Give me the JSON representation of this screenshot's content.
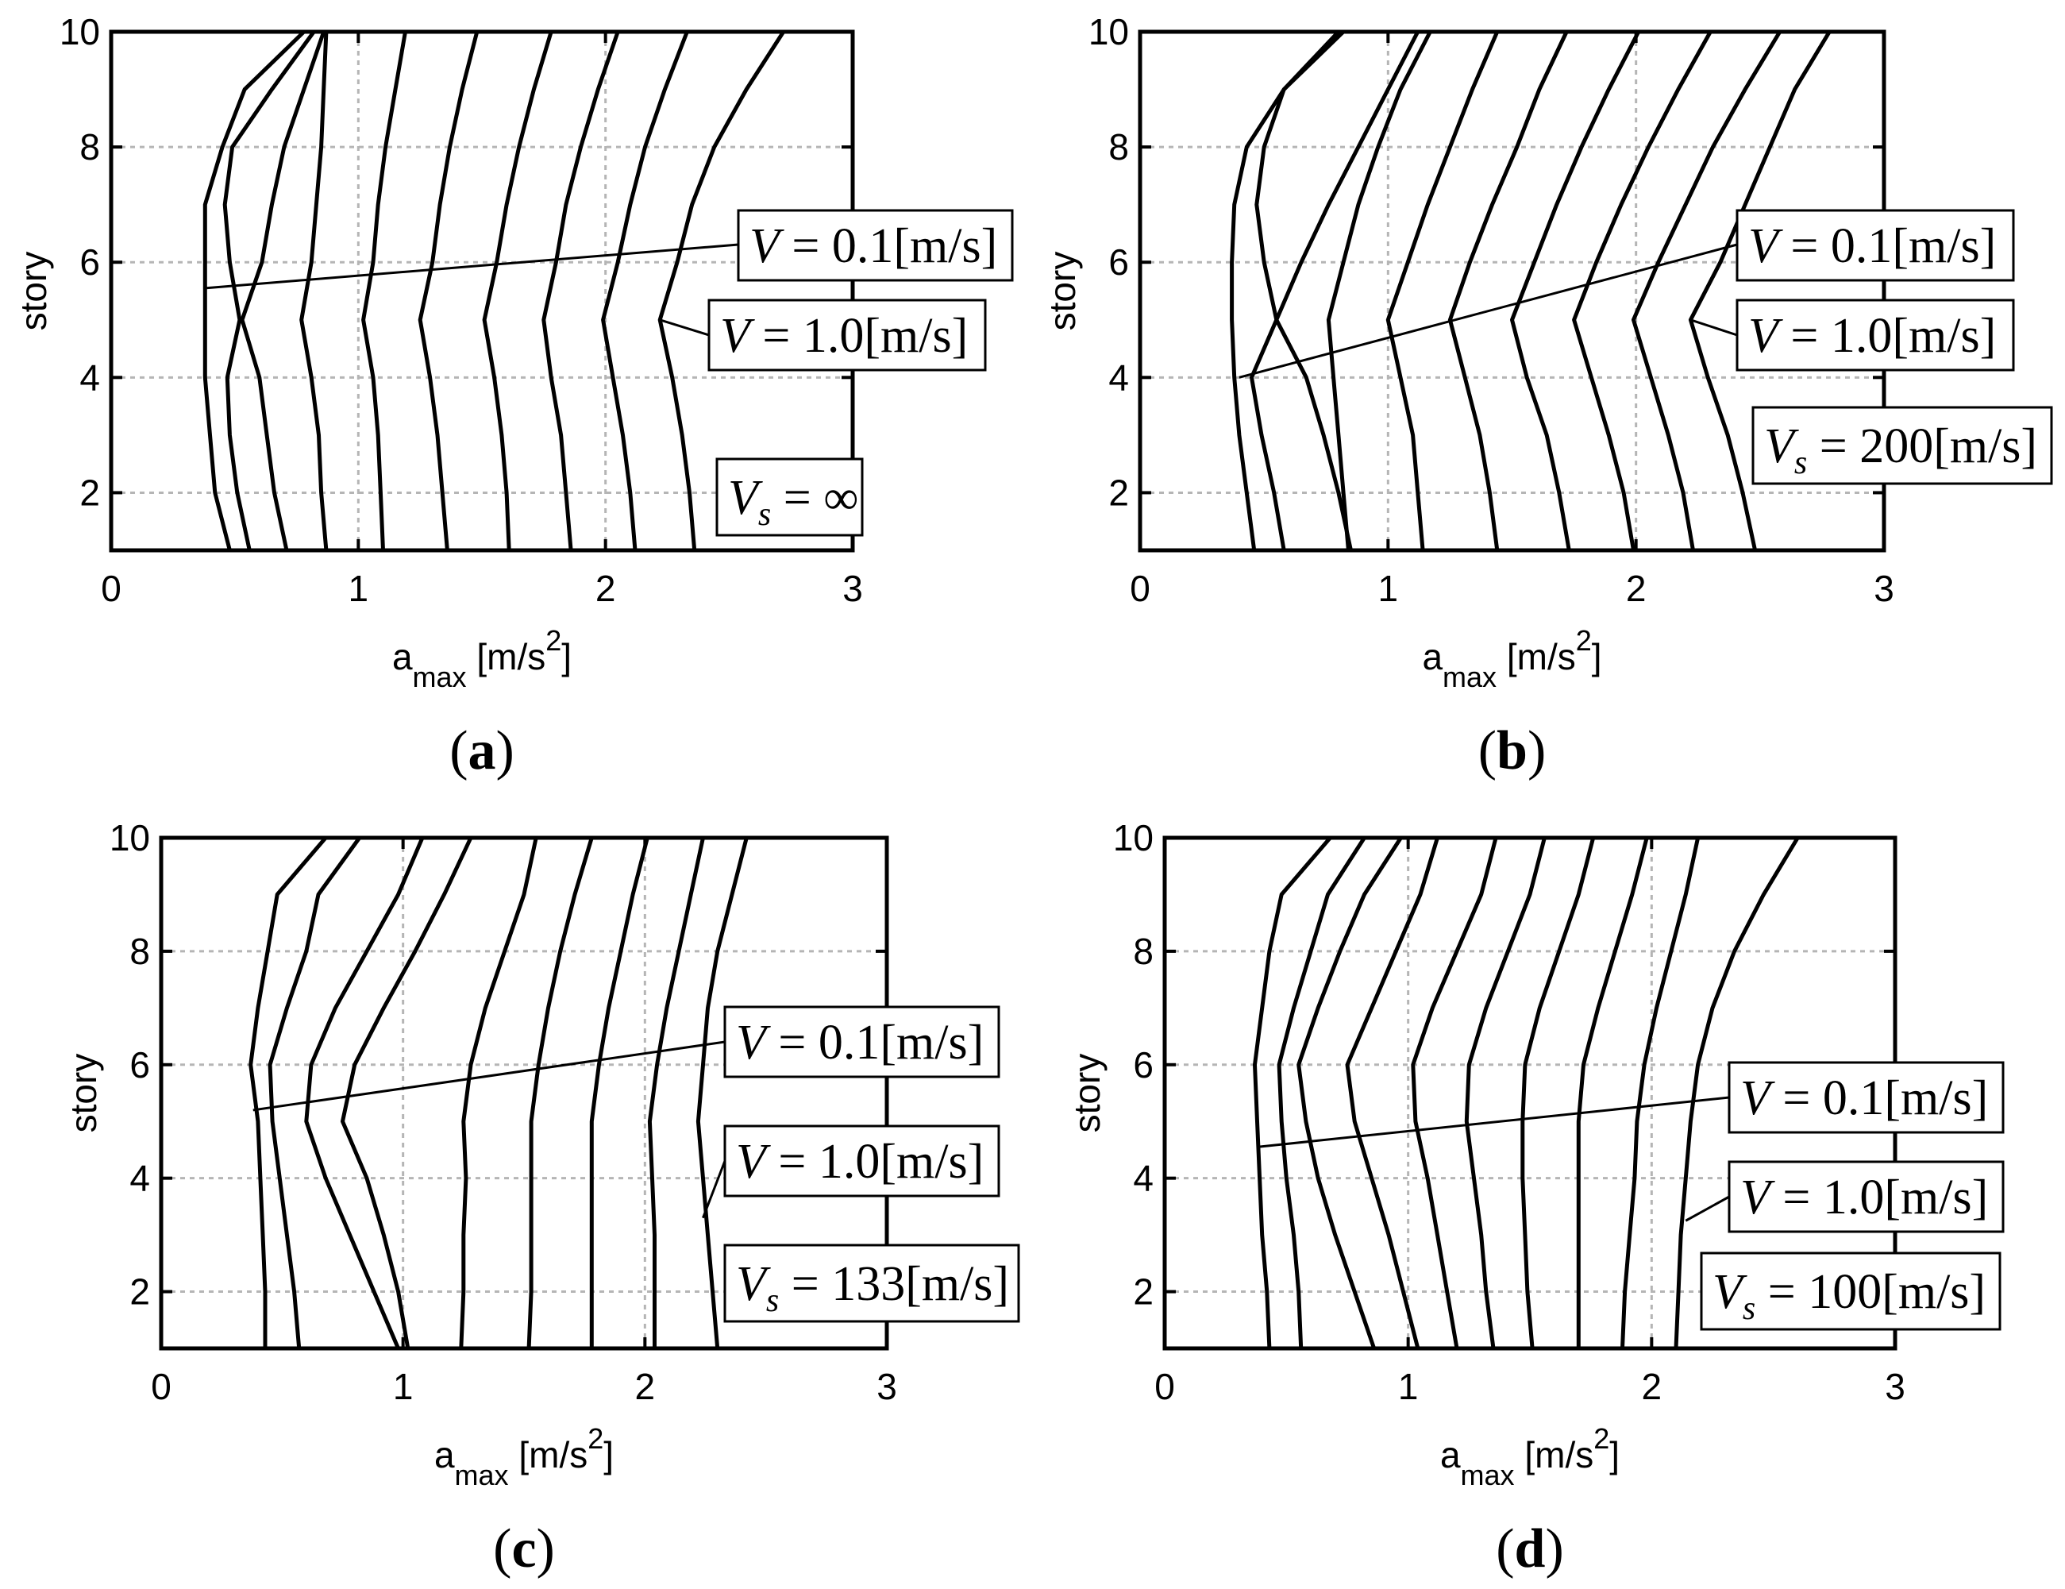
{
  "chart_data": [
    {
      "type": "line",
      "panel_label": "a",
      "xlabel": "a",
      "xlabel_sub": "max",
      "xlabel_unit_pre": "[m/s",
      "xlabel_unit_sup": "2",
      "xlabel_unit_post": "]",
      "ylabel": "story",
      "xlim": [
        0,
        3
      ],
      "ylim": [
        1,
        10
      ],
      "xticks": [
        "0",
        "1",
        "2",
        "3"
      ],
      "yticks": [
        "2",
        "4",
        "6",
        "8",
        "10"
      ],
      "grid": true,
      "annotations": {
        "v_low": {
          "var": "V",
          "text": " = 0.1[m/s]"
        },
        "v_high": {
          "var": "V",
          "text": " = 1.0[m/s]"
        },
        "vs": {
          "var": "V",
          "sub": "s",
          "text": " = ∞"
        }
      },
      "x_stories": [
        1,
        2,
        3,
        4,
        5,
        6,
        7,
        8,
        9,
        10
      ],
      "series": [
        {
          "values": [
            0.48,
            0.42,
            0.4,
            0.38,
            0.38,
            0.38,
            0.38,
            0.45,
            0.54,
            0.78
          ]
        },
        {
          "values": [
            0.56,
            0.51,
            0.48,
            0.47,
            0.52,
            0.48,
            0.46,
            0.49,
            0.65,
            0.82
          ]
        },
        {
          "values": [
            0.71,
            0.66,
            0.63,
            0.6,
            0.53,
            0.61,
            0.65,
            0.7,
            0.78,
            0.86
          ]
        },
        {
          "values": [
            0.87,
            0.85,
            0.84,
            0.81,
            0.77,
            0.81,
            0.83,
            0.85,
            0.86,
            0.87
          ]
        },
        {
          "values": [
            1.1,
            1.09,
            1.08,
            1.06,
            1.02,
            1.06,
            1.08,
            1.11,
            1.15,
            1.19
          ]
        },
        {
          "values": [
            1.36,
            1.34,
            1.32,
            1.29,
            1.25,
            1.3,
            1.33,
            1.37,
            1.42,
            1.48
          ]
        },
        {
          "values": [
            1.61,
            1.6,
            1.58,
            1.55,
            1.51,
            1.56,
            1.6,
            1.65,
            1.71,
            1.78
          ]
        },
        {
          "values": [
            1.86,
            1.84,
            1.82,
            1.78,
            1.75,
            1.8,
            1.84,
            1.9,
            1.97,
            2.05
          ]
        },
        {
          "values": [
            2.12,
            2.1,
            2.07,
            2.03,
            1.99,
            2.05,
            2.1,
            2.16,
            2.24,
            2.33
          ]
        },
        {
          "values": [
            2.36,
            2.34,
            2.31,
            2.27,
            2.22,
            2.29,
            2.35,
            2.44,
            2.57,
            2.72
          ]
        }
      ]
    },
    {
      "type": "line",
      "panel_label": "b",
      "xlabel": "a",
      "xlabel_sub": "max",
      "xlabel_unit_pre": "[m/s",
      "xlabel_unit_sup": "2",
      "xlabel_unit_post": "]",
      "ylabel": "story",
      "xlim": [
        0,
        3
      ],
      "ylim": [
        1,
        10
      ],
      "xticks": [
        "0",
        "1",
        "2",
        "3"
      ],
      "yticks": [
        "2",
        "4",
        "6",
        "8",
        "10"
      ],
      "grid": true,
      "annotations": {
        "v_low": {
          "var": "V",
          "text": " = 0.1[m/s]"
        },
        "v_high": {
          "var": "V",
          "text": " = 1.0[m/s]"
        },
        "vs": {
          "var": "V",
          "sub": "s",
          "text": " = 200[m/s]"
        }
      },
      "x_stories": [
        1,
        2,
        3,
        4,
        5,
        6,
        7,
        8,
        9,
        10
      ],
      "series": [
        {
          "values": [
            0.46,
            0.43,
            0.4,
            0.38,
            0.37,
            0.37,
            0.38,
            0.43,
            0.58,
            0.8
          ]
        },
        {
          "values": [
            0.58,
            0.54,
            0.49,
            0.45,
            0.55,
            0.5,
            0.47,
            0.5,
            0.58,
            0.82
          ]
        },
        {
          "values": [
            0.85,
            0.8,
            0.74,
            0.67,
            0.55,
            0.65,
            0.76,
            0.88,
            1.0,
            1.12
          ]
        },
        {
          "values": [
            0.84,
            0.82,
            0.8,
            0.78,
            0.76,
            0.82,
            0.88,
            0.96,
            1.05,
            1.17
          ]
        },
        {
          "values": [
            1.14,
            1.12,
            1.1,
            1.05,
            1.0,
            1.08,
            1.16,
            1.25,
            1.34,
            1.44
          ]
        },
        {
          "values": [
            1.44,
            1.41,
            1.37,
            1.31,
            1.25,
            1.33,
            1.42,
            1.52,
            1.61,
            1.72
          ]
        },
        {
          "values": [
            1.73,
            1.69,
            1.64,
            1.56,
            1.5,
            1.59,
            1.68,
            1.78,
            1.89,
            2.01
          ]
        },
        {
          "values": [
            1.99,
            1.95,
            1.89,
            1.82,
            1.75,
            1.84,
            1.94,
            2.05,
            2.17,
            2.3
          ]
        },
        {
          "values": [
            2.23,
            2.19,
            2.13,
            2.06,
            1.99,
            2.09,
            2.2,
            2.31,
            2.44,
            2.58
          ]
        },
        {
          "values": [
            2.48,
            2.43,
            2.37,
            2.29,
            2.22,
            2.34,
            2.44,
            2.54,
            2.64,
            2.78
          ]
        }
      ]
    },
    {
      "type": "line",
      "panel_label": "c",
      "xlabel": "a",
      "xlabel_sub": "max",
      "xlabel_unit_pre": "[m/s",
      "xlabel_unit_sup": "2",
      "xlabel_unit_post": "]",
      "ylabel": "story",
      "xlim": [
        0,
        3
      ],
      "ylim": [
        1,
        10
      ],
      "xticks": [
        "0",
        "1",
        "2",
        "3"
      ],
      "yticks": [
        "2",
        "4",
        "6",
        "8",
        "10"
      ],
      "grid": true,
      "annotations": {
        "v_low": {
          "var": "V",
          "text": " = 0.1[m/s]"
        },
        "v_high": {
          "var": "V",
          "text": " = 1.0[m/s]"
        },
        "vs": {
          "var": "V",
          "sub": "s",
          "text": " = 133[m/s]"
        }
      },
      "x_stories": [
        1,
        2,
        3,
        4,
        5,
        6,
        7,
        8,
        9,
        10
      ],
      "series": [
        {
          "values": [
            0.43,
            0.43,
            0.42,
            0.41,
            0.4,
            0.37,
            0.4,
            0.44,
            0.48,
            0.68
          ]
        },
        {
          "values": [
            0.57,
            0.55,
            0.52,
            0.49,
            0.46,
            0.45,
            0.52,
            0.6,
            0.65,
            0.82
          ]
        },
        {
          "values": [
            0.98,
            0.88,
            0.78,
            0.68,
            0.6,
            0.62,
            0.72,
            0.85,
            0.98,
            1.08
          ]
        },
        {
          "values": [
            1.02,
            0.98,
            0.92,
            0.85,
            0.75,
            0.8,
            0.92,
            1.05,
            1.17,
            1.28
          ]
        },
        {
          "values": [
            1.24,
            1.25,
            1.25,
            1.26,
            1.25,
            1.28,
            1.34,
            1.42,
            1.5,
            1.55
          ]
        },
        {
          "values": [
            1.52,
            1.53,
            1.53,
            1.53,
            1.53,
            1.56,
            1.6,
            1.65,
            1.71,
            1.78
          ]
        },
        {
          "values": [
            1.78,
            1.78,
            1.78,
            1.78,
            1.78,
            1.81,
            1.85,
            1.9,
            1.95,
            2.01
          ]
        },
        {
          "values": [
            2.04,
            2.04,
            2.04,
            2.03,
            2.02,
            2.05,
            2.09,
            2.14,
            2.19,
            2.24
          ]
        },
        {
          "values": [
            2.3,
            2.28,
            2.26,
            2.24,
            2.22,
            2.24,
            2.26,
            2.3,
            2.36,
            2.42
          ]
        }
      ]
    },
    {
      "type": "line",
      "panel_label": "d",
      "xlabel": "a",
      "xlabel_sub": "max",
      "xlabel_unit_pre": "[m/s",
      "xlabel_unit_sup": "2",
      "xlabel_unit_post": "]",
      "ylabel": "story",
      "xlim": [
        0,
        3
      ],
      "ylim": [
        1,
        10
      ],
      "xticks": [
        "0",
        "1",
        "2",
        "3"
      ],
      "yticks": [
        "2",
        "4",
        "6",
        "8",
        "10"
      ],
      "grid": true,
      "annotations": {
        "v_low": {
          "var": "V",
          "text": " = 0.1[m/s]"
        },
        "v_high": {
          "var": "V",
          "text": " = 1.0[m/s]"
        },
        "vs": {
          "var": "V",
          "sub": "s",
          "text": " = 100[m/s]"
        }
      },
      "x_stories": [
        1,
        2,
        3,
        4,
        5,
        6,
        7,
        8,
        9,
        10
      ],
      "series": [
        {
          "values": [
            0.43,
            0.42,
            0.4,
            0.39,
            0.38,
            0.37,
            0.4,
            0.43,
            0.48,
            0.68
          ]
        },
        {
          "values": [
            0.56,
            0.55,
            0.53,
            0.5,
            0.48,
            0.47,
            0.53,
            0.6,
            0.67,
            0.82
          ]
        },
        {
          "values": [
            0.86,
            0.78,
            0.7,
            0.63,
            0.58,
            0.55,
            0.63,
            0.72,
            0.82,
            0.97
          ]
        },
        {
          "values": [
            1.04,
            0.98,
            0.92,
            0.85,
            0.78,
            0.75,
            0.85,
            0.95,
            1.05,
            1.12
          ]
        },
        {
          "values": [
            1.2,
            1.16,
            1.12,
            1.08,
            1.03,
            1.02,
            1.1,
            1.2,
            1.3,
            1.36
          ]
        },
        {
          "values": [
            1.35,
            1.32,
            1.3,
            1.27,
            1.24,
            1.25,
            1.32,
            1.41,
            1.5,
            1.56
          ]
        },
        {
          "values": [
            1.51,
            1.49,
            1.48,
            1.47,
            1.47,
            1.48,
            1.54,
            1.62,
            1.7,
            1.76
          ]
        },
        {
          "values": [
            1.7,
            1.7,
            1.7,
            1.7,
            1.7,
            1.72,
            1.78,
            1.85,
            1.92,
            1.98
          ]
        },
        {
          "values": [
            1.88,
            1.89,
            1.91,
            1.93,
            1.94,
            1.97,
            2.02,
            2.08,
            2.14,
            2.19
          ]
        },
        {
          "values": [
            2.1,
            2.11,
            2.12,
            2.14,
            2.16,
            2.19,
            2.25,
            2.34,
            2.46,
            2.6
          ]
        }
      ]
    }
  ]
}
